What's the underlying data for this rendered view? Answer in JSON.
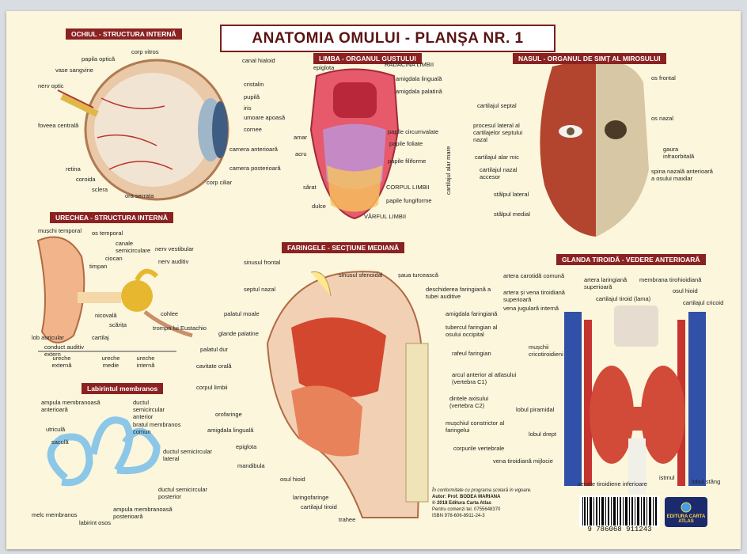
{
  "title": "ANATOMIA OMULUI - PLANȘA NR. 1",
  "sections": {
    "eye": "OCHIUL - STRUCTURA INTERNĂ",
    "tongue": "LIMBA - ORGANUL GUSTULUI",
    "nose": "NASUL - ORGANUL DE SIMȚ AL MIROSULUI",
    "ear": "URECHEA - STRUCTURA INTERNĂ",
    "pharynx": "FARINGELE - SECȚIUNE MEDIANĂ",
    "thyroid": "GLANDA TIROIDĂ - VEDERE ANTERIOARĂ",
    "labyrinth": "Labirintul membranos"
  },
  "eye_labels": [
    "papila optică",
    "corp vitros",
    "vase sangvine",
    "nerv optic",
    "foveea centrală",
    "retina",
    "coroida",
    "sclera",
    "ora serrata",
    "canal hialoid",
    "cristalin",
    "pupilă",
    "iris",
    "umoare apoasă",
    "cornee",
    "camera anterioară",
    "camera posterioară",
    "corp ciliar"
  ],
  "tongue_labels": [
    "epiglota",
    "RĂDĂCINA LIMBII",
    "amigdala linguală",
    "amigdala palatină",
    "papile circumvalate",
    "papile foliate",
    "papile filiforme",
    "amar",
    "acru",
    "sărat",
    "dulce",
    "CORPUL LIMBII",
    "papile fungiforme",
    "VÂRFUL LIMBII"
  ],
  "nose_labels": [
    "os frontal",
    "cartilajul septal",
    "procesul lateral al cartilajelor septului nazal",
    "os nazal",
    "gaura infraorbitală",
    "cartilajul alar mic",
    "cartilajul nazal accesor",
    "spina nazală anterioară a osului maxilar",
    "stâlpul lateral",
    "stâlpul medial",
    "cartilajul alar mare"
  ],
  "ear_labels": [
    "mușchi temporal",
    "os temporal",
    "canale semicirculare",
    "ciocan",
    "nerv vestibular",
    "nerv auditiv",
    "timpan",
    "cohlee",
    "nicovală",
    "scărița",
    "trompa lui Eustachio",
    "lob auricular",
    "cartilaj",
    "conduct auditiv extern",
    "ureche externă",
    "ureche medie",
    "ureche internă"
  ],
  "labyrinth_labels": [
    "ampula membranoasă anterioară",
    "ductul semicircular anterior",
    "brațul membranos comun",
    "utriculă",
    "saculă",
    "ductul semicircular lateral",
    "ductul semicircular posterior",
    "ampula membranoasă posterioară",
    "melc membranos",
    "labirint osos"
  ],
  "pharynx_labels": [
    "sinusul frontal",
    "sinusul sfenoidal",
    "șaua turcească",
    "septul nazal",
    "deschiderea faringiană a tubei auditive",
    "amigdala faringiană",
    "palatul moale",
    "tubercul faringian al osului occipital",
    "glande palatine",
    "palatul dur",
    "rafeul faringian",
    "cavitate orală",
    "corpul limbii",
    "arcul anterior al atlasului (vertebra C1)",
    "orofaringe",
    "dintele axisului (vertebra C2)",
    "amigdala linguală",
    "mușchiul constrictor al faringelui",
    "epiglota",
    "corpurile vertebrale",
    "mandibula",
    "osul hioid",
    "laringofaringe",
    "cartilajul tiroid",
    "trahee"
  ],
  "thyroid_labels": [
    "artera carotidă comună",
    "artera laringiană superioară",
    "membrana tirohioidiană",
    "osul hioid",
    "artera și vena tiroidiană superioară",
    "cartilajul tiroid (lama)",
    "cartilajul cricoid",
    "vena jugulară internă",
    "mușchii cricotiroidieni",
    "lobul piramidal",
    "lobul drept",
    "vena tiroidiană mijlocie",
    "venele tiroidiene inferioare",
    "istmul",
    "lobul stâng"
  ],
  "info": {
    "note": "În conformitate cu programa școlară în vigoare.",
    "author": "Autor: Prof. BODEA MARIANA",
    "copyright": "© 2018 Editura Carta Atlas",
    "orders": "Pentru comenzi tel. 0755648370",
    "isbn": "ISBN 978-606-8911-24-3"
  },
  "barcode_number": "9 786068 911243",
  "publisher_logo": "EDITURA CARTA ATLAS",
  "colors": {
    "accent": "#8b2222",
    "muscle": "#c8432f",
    "bone": "#efe3b8",
    "tongue": "#e65a6b",
    "poster": "#fbf6dc"
  }
}
